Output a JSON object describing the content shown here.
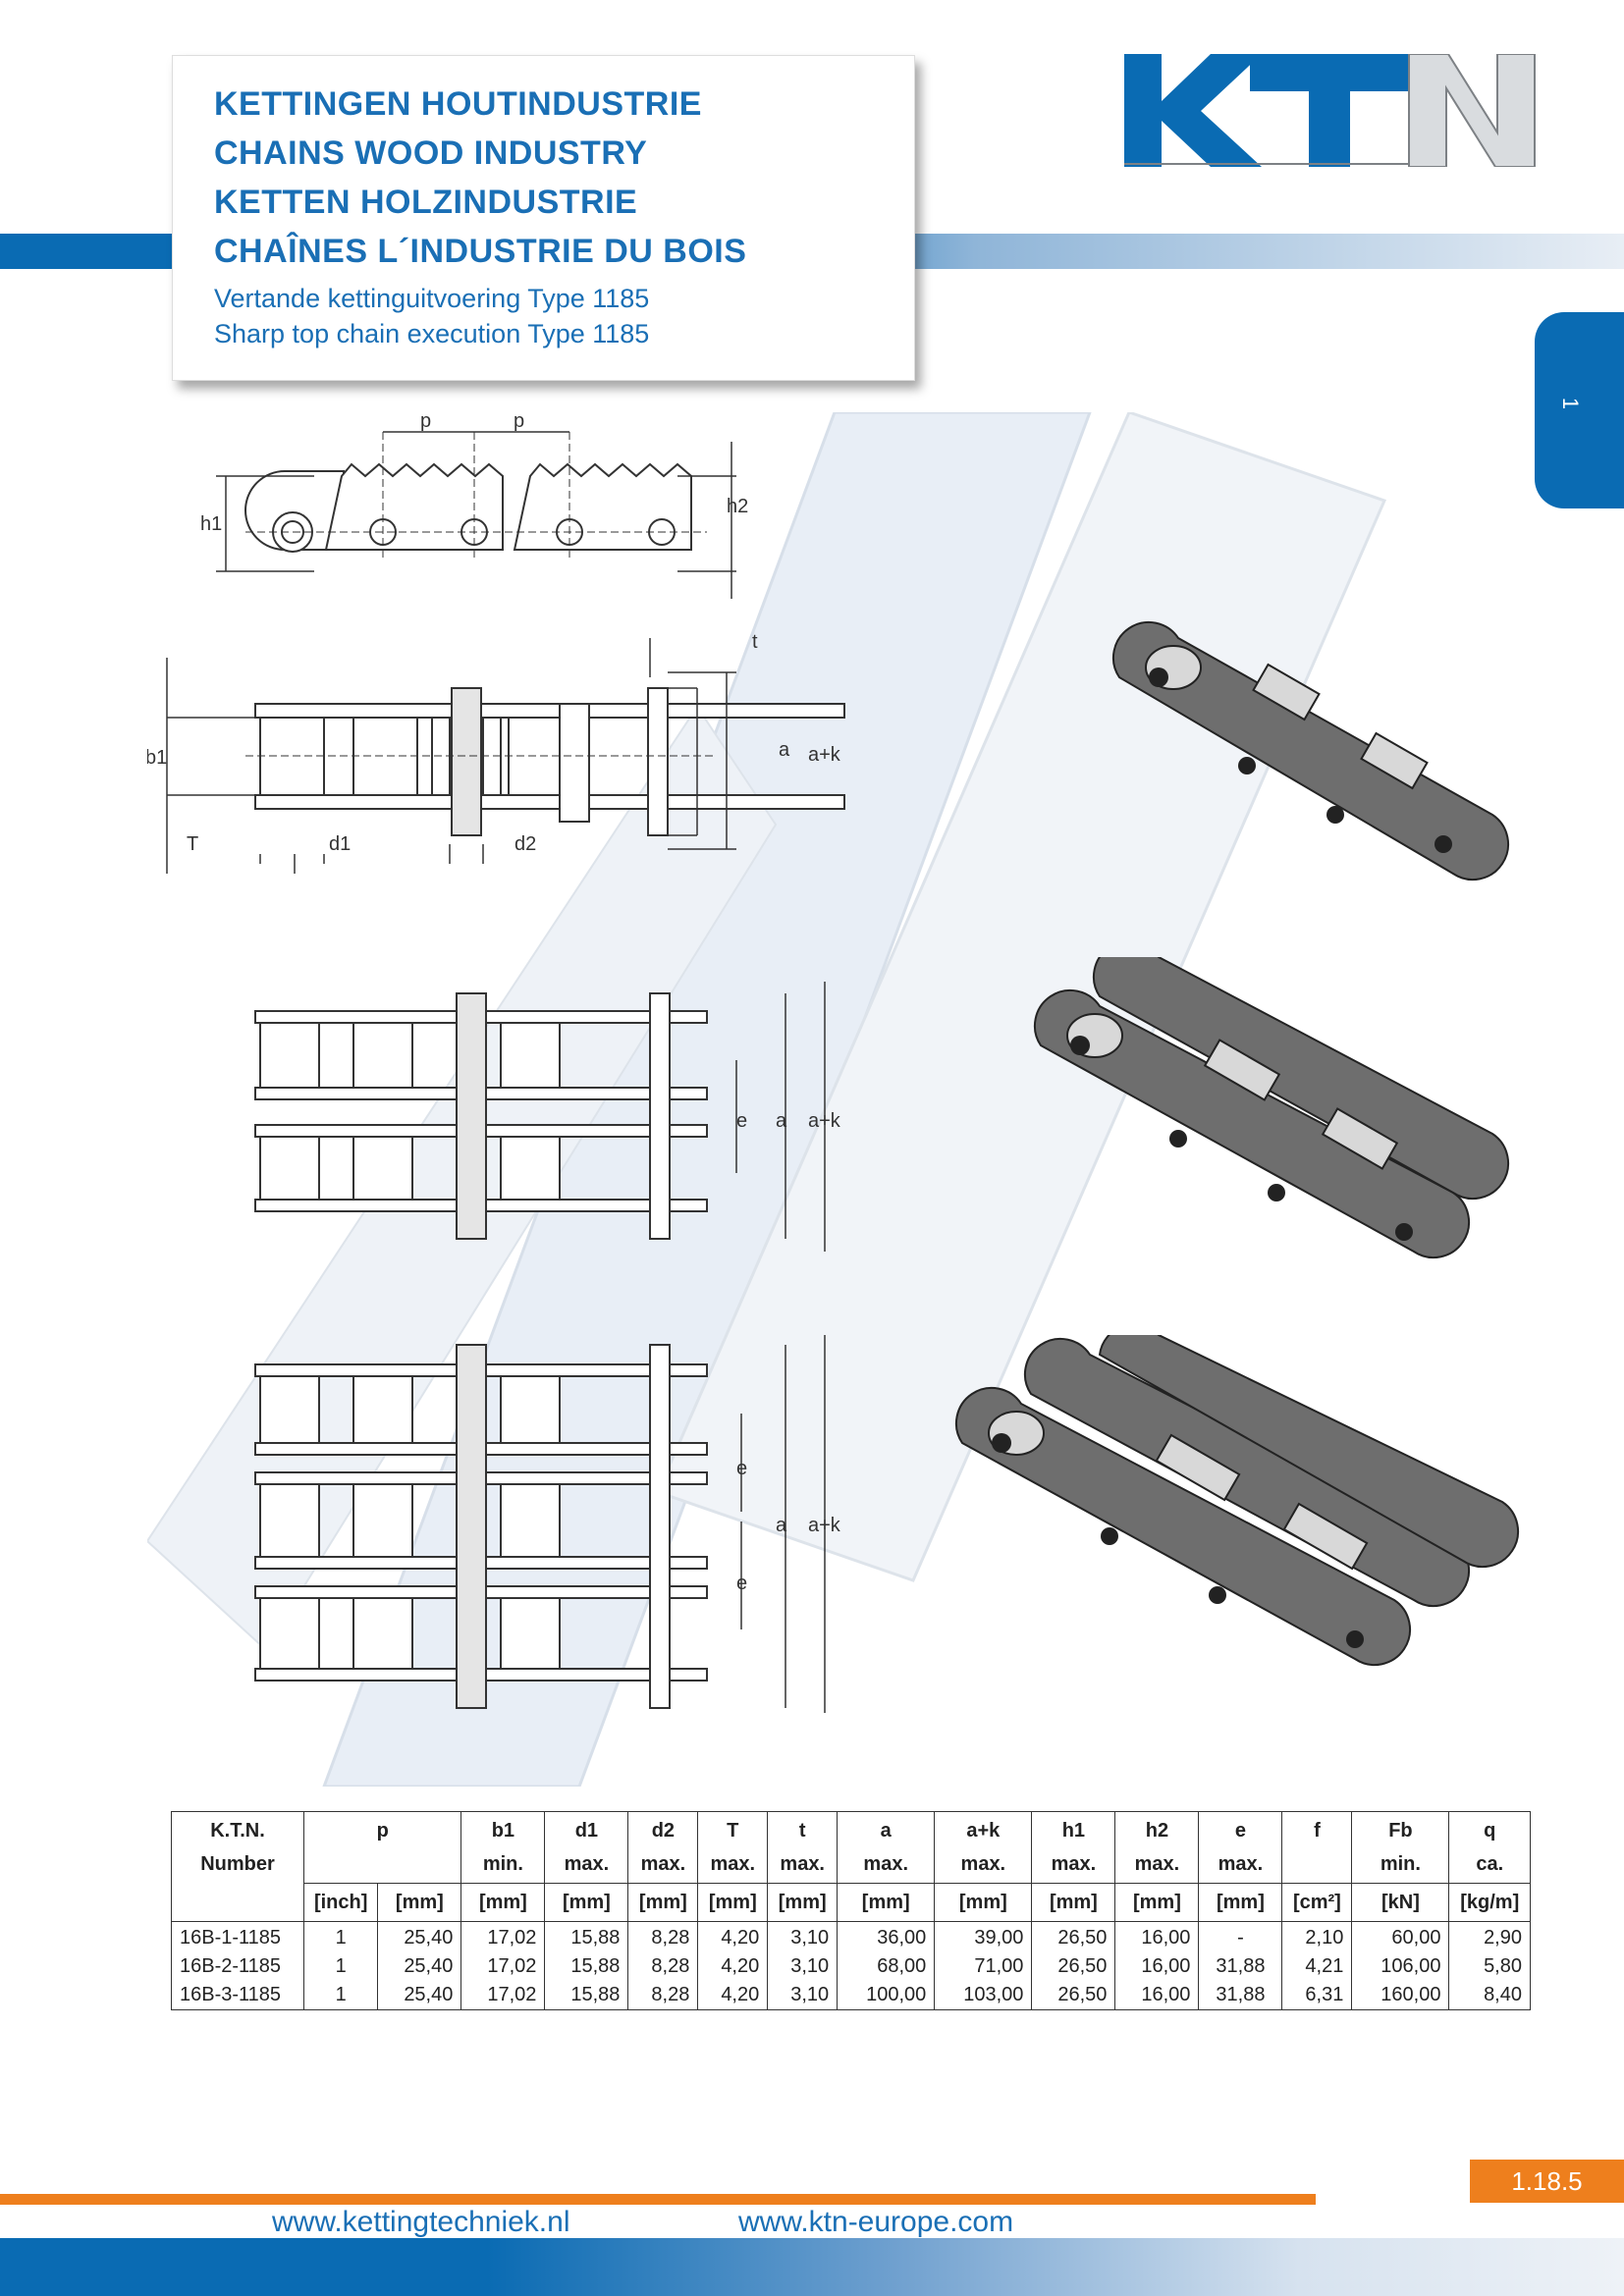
{
  "title": {
    "lines": [
      "KETTINGEN HOUTINDUSTRIE",
      "CHAINS WOOD INDUSTRY",
      "KETTEN HOLZINDUSTRIE",
      "CHAÎNES L´INDUSTRIE DU BOIS"
    ],
    "sub_lines": [
      "Vertande kettinguitvoering Type 1185",
      "Sharp top chain execution Type 1185"
    ]
  },
  "logo": {
    "text": "KTN"
  },
  "page_tab": {
    "label": "1"
  },
  "colors": {
    "brand_blue": "#0a6bb3",
    "accent_orange": "#ee7f1d"
  },
  "drawing_labels": {
    "p": "p",
    "h1": "h1",
    "h2": "h2",
    "t": "t",
    "b1": "b1",
    "T": "T",
    "d1": "d1",
    "d2": "d2",
    "a": "a",
    "ak": "a+k",
    "e": "e"
  },
  "table": {
    "header_row1": [
      "K.T.N.",
      "p",
      "b1",
      "d1",
      "d2",
      "T",
      "t",
      "a",
      "a+k",
      "h1",
      "h2",
      "e",
      "f",
      "Fb",
      "q"
    ],
    "header_row1_b": [
      "Number",
      "min.",
      "max.",
      "max.",
      "max.",
      "max.",
      "max.",
      "max.",
      "max.",
      "max.",
      "max.",
      "min.",
      "ca."
    ],
    "units": [
      "[inch]",
      "[mm]",
      "[mm]",
      "[mm]",
      "[mm]",
      "[mm]",
      "[mm]",
      "[mm]",
      "[mm]",
      "[mm]",
      "[mm]",
      "[mm]",
      "[cm²]",
      "[kN]",
      "[kg/m]"
    ],
    "rows": [
      [
        "16B-1-1185",
        "1",
        "25,40",
        "17,02",
        "15,88",
        "8,28",
        "4,20",
        "3,10",
        "36,00",
        "39,00",
        "26,50",
        "16,00",
        "-",
        "2,10",
        "60,00",
        "2,90"
      ],
      [
        "16B-2-1185",
        "1",
        "25,40",
        "17,02",
        "15,88",
        "8,28",
        "4,20",
        "3,10",
        "68,00",
        "71,00",
        "26,50",
        "16,00",
        "31,88",
        "4,21",
        "106,00",
        "5,80"
      ],
      [
        "16B-3-1185",
        "1",
        "25,40",
        "17,02",
        "15,88",
        "8,28",
        "4,20",
        "3,10",
        "100,00",
        "103,00",
        "26,50",
        "16,00",
        "31,88",
        "6,31",
        "160,00",
        "8,40"
      ]
    ]
  },
  "footer": {
    "page_number": "1.18.5",
    "link1": "www.kettingtechniek.nl",
    "link2": "www.ktn-europe.com"
  }
}
